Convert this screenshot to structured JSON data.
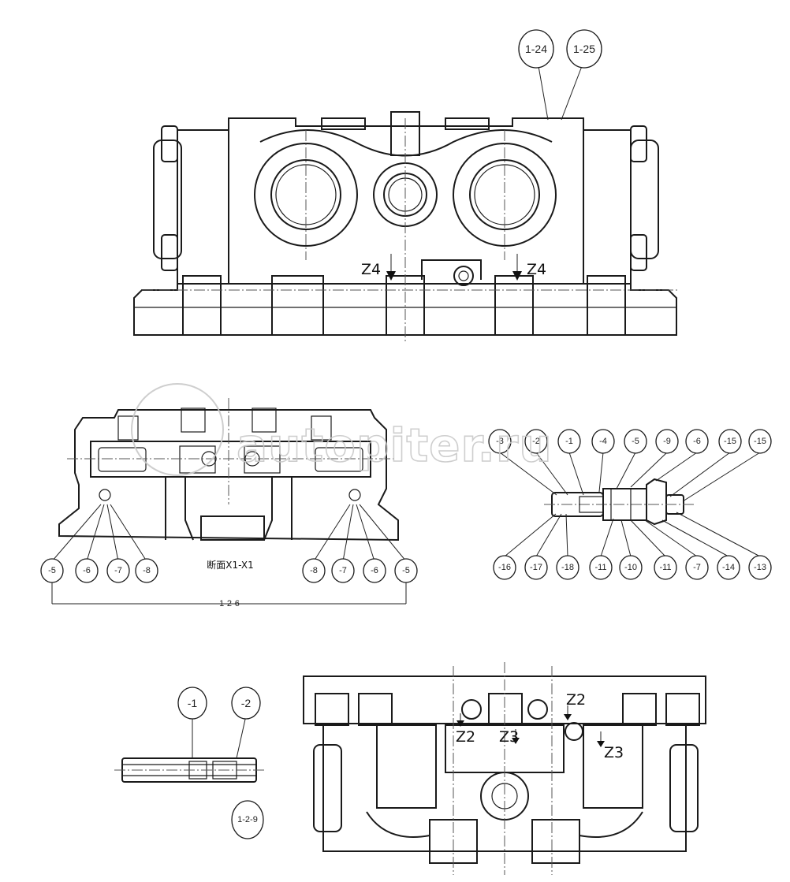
{
  "top_view": {
    "callouts": [
      "1-24",
      "1-25"
    ],
    "zone_labels": [
      "Z4",
      "Z4"
    ]
  },
  "section_view": {
    "caption": "断面X1-X1",
    "left_callouts": [
      "-5",
      "-6",
      "-7",
      "-8"
    ],
    "right_callouts": [
      "-8",
      "-7",
      "-6",
      "-5"
    ],
    "group_callout": "1-2-6"
  },
  "valve_detail": {
    "top_callouts": [
      "-3",
      "-2",
      "-1",
      "-4",
      "-5",
      "-9",
      "-6",
      "-15",
      "-15"
    ],
    "bottom_callouts": [
      "-16",
      "-17",
      "-18",
      "-11",
      "-10",
      "-11",
      "-7",
      "-14",
      "-13"
    ]
  },
  "spool_detail": {
    "callouts": [
      "-1",
      "-2"
    ],
    "group_callout": "1-2-9"
  },
  "bottom_view": {
    "zone_labels": [
      "Z2",
      "Z3",
      "Z2",
      "Z3"
    ]
  },
  "watermark": "autopiter.ru",
  "colors": {
    "line": "#1a1a1a",
    "background": "#ffffff",
    "watermark": "#c9c9c9"
  }
}
